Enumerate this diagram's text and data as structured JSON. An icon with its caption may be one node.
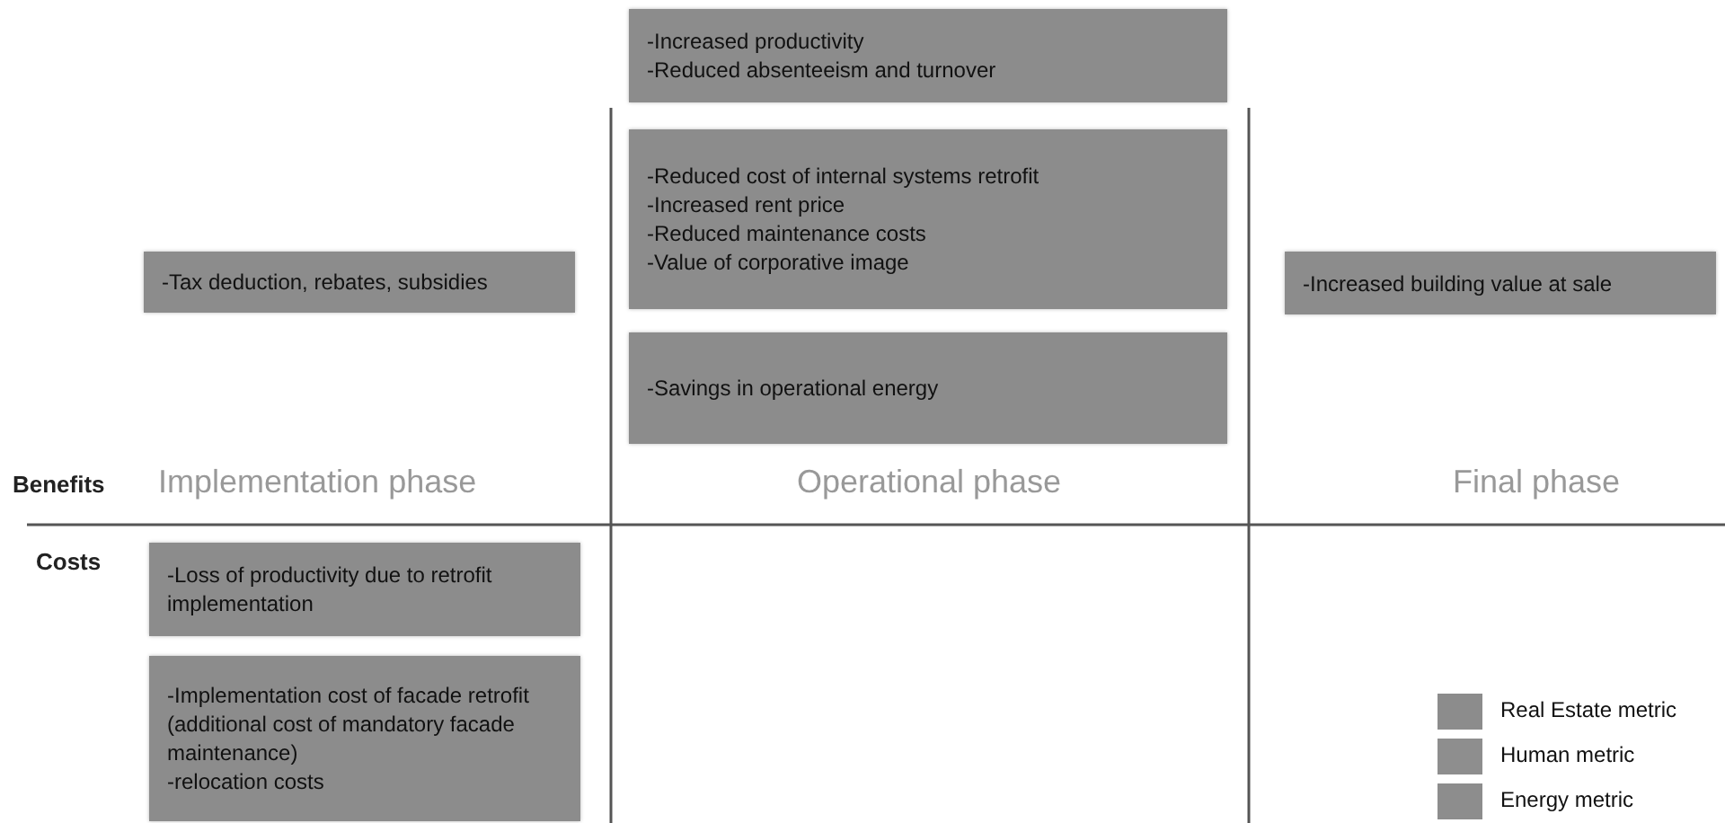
{
  "diagram": {
    "nodes": [
      {
        "text": [
          "-Increased productivity",
          "-Reduced absenteeism and turnover"
        ]
      },
      {
        "text": [
          "-Tax deduction, rebates, subsidies"
        ]
      },
      {
        "text": [
          "-Reduced cost of internal systems retrofit",
          "-Increased rent price",
          "-Reduced maintenance costs",
          "-Value of corporative image"
        ]
      },
      {
        "text": [
          "-Increased building value at sale"
        ]
      },
      {
        "text": [
          "-Savings in operational energy"
        ]
      },
      {
        "text": [
          "-Loss of productivity due to retrofit implementation"
        ]
      },
      {
        "text": [
          "-Implementation cost of facade retrofit (additional cost of mandatory facade maintenance)",
          "-relocation costs"
        ]
      }
    ],
    "edges": [],
    "labels": [
      "Benefits",
      "Implementation phase",
      "Operational phase",
      "Final phase",
      "Costs"
    ],
    "legend": [
      {
        "text": "Real Estate metric",
        "color": "#8c8c8c"
      },
      {
        "text": "Human metric",
        "color": "#8e8e8e"
      },
      {
        "text": "Energy metric",
        "color": "#8d8d8d"
      }
    ]
  }
}
